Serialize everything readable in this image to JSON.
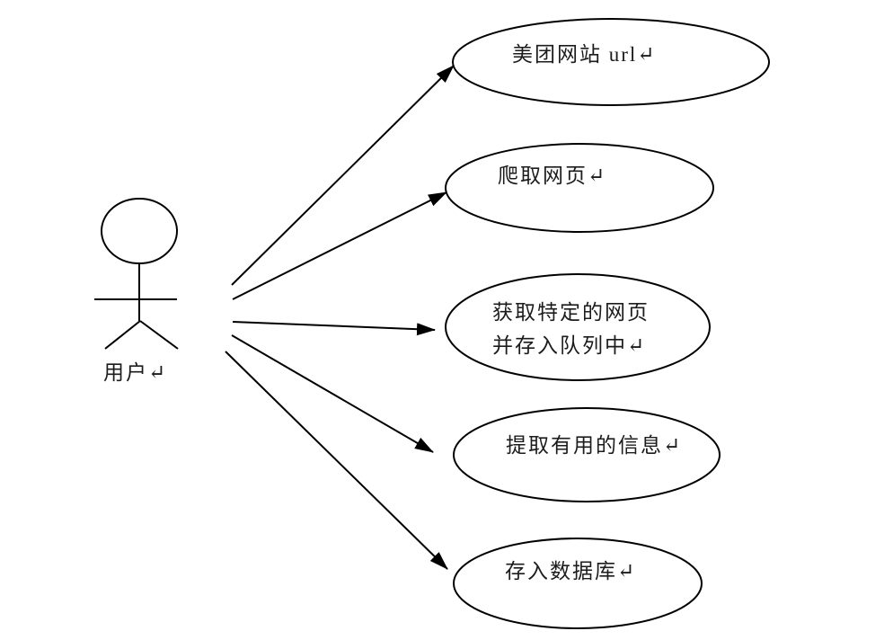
{
  "colors": {
    "background": "#ffffff",
    "stroke": "#000000",
    "text": "#1c1c1c"
  },
  "actor": {
    "id": "actor-user",
    "label": "用户↵"
  },
  "use_cases": [
    {
      "id": "usecase-meituan-url",
      "lines": [
        "美团网站 url↵"
      ]
    },
    {
      "id": "usecase-crawl-pages",
      "lines": [
        "爬取网页↵"
      ]
    },
    {
      "id": "usecase-fetch-specific",
      "lines": [
        "获取特定的网页",
        "并存入队列中↵"
      ]
    },
    {
      "id": "usecase-extract-info",
      "lines": [
        "提取有用的信息↵"
      ]
    },
    {
      "id": "usecase-store-db",
      "lines": [
        "存入数据库↵"
      ]
    }
  ],
  "connections": [
    {
      "from": "actor-user",
      "to": "usecase-meituan-url"
    },
    {
      "from": "actor-user",
      "to": "usecase-crawl-pages"
    },
    {
      "from": "actor-user",
      "to": "usecase-fetch-specific"
    },
    {
      "from": "actor-user",
      "to": "usecase-extract-info"
    },
    {
      "from": "actor-user",
      "to": "usecase-store-db"
    }
  ]
}
